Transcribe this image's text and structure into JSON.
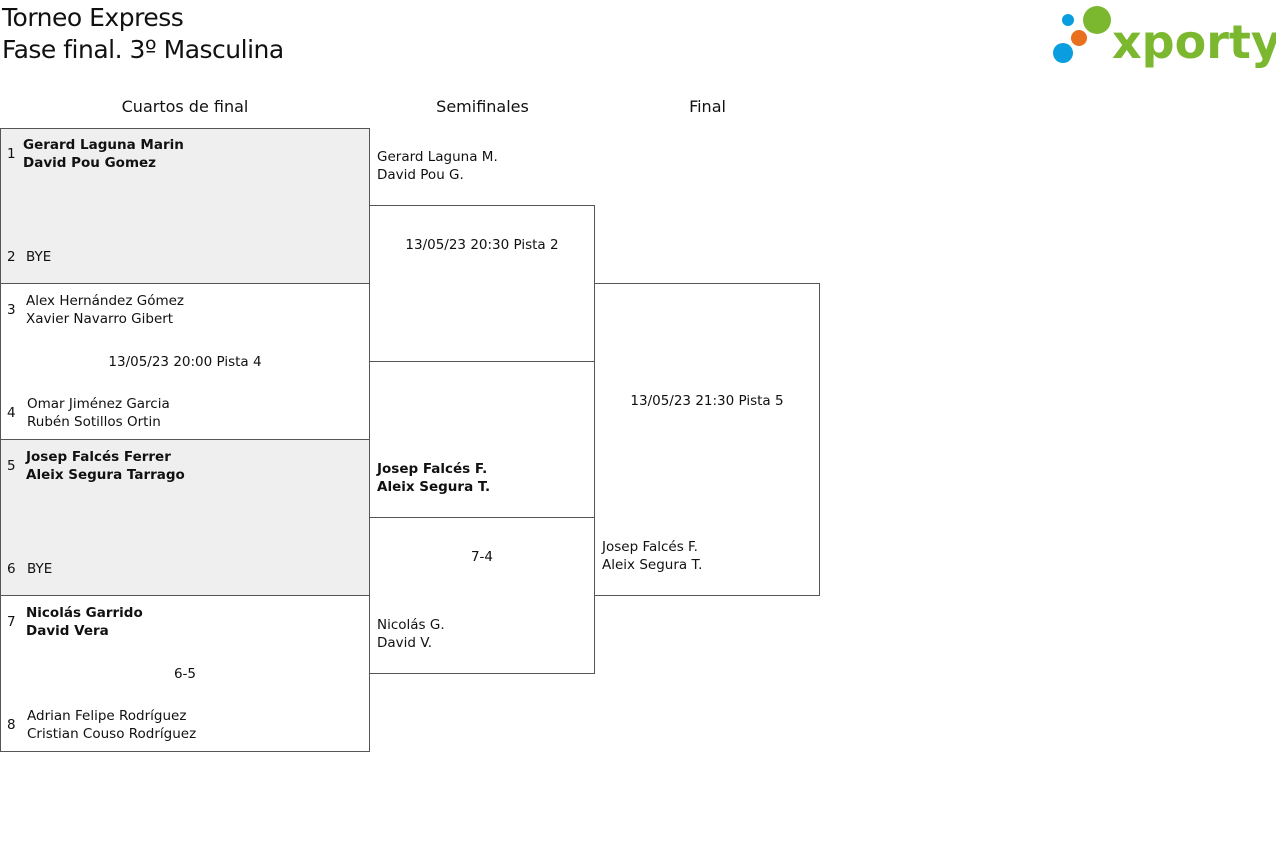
{
  "header": {
    "title": "Torneo Express",
    "subtitle": "Fase final. 3º Masculina",
    "logo_text": "xporty"
  },
  "columns": [
    "Cuartos de final",
    "Semifinales",
    "Final"
  ],
  "quarterfinals": [
    {
      "seed_a": "1",
      "team_a": [
        "Gerard Laguna Marin",
        "David Pou Gomez"
      ],
      "seed_b": "2",
      "team_b": [
        "BYE"
      ],
      "info": ""
    },
    {
      "seed_a": "3",
      "team_a": [
        "Alex Hernández Gómez",
        "Xavier Navarro Gibert"
      ],
      "seed_b": "4",
      "team_b": [
        "Omar Jiménez Garcia",
        "Rubén Sotillos Ortin"
      ],
      "info": "13/05/23 20:00 Pista 4"
    },
    {
      "seed_a": "5",
      "team_a": [
        "Josep Falcés Ferrer",
        "Aleix Segura Tarrago"
      ],
      "seed_b": "6",
      "team_b": [
        "BYE"
      ],
      "info": ""
    },
    {
      "seed_a": "7",
      "team_a": [
        "Nicolás Garrido",
        "David Vera"
      ],
      "seed_b": "8",
      "team_b": [
        "Adrian Felipe Rodríguez",
        "Cristian Couso Rodríguez"
      ],
      "info": "6-5"
    }
  ],
  "semifinals": [
    {
      "team_a": [
        "Gerard Laguna M.",
        "David Pou G."
      ],
      "info": "13/05/23 20:30 Pista 2"
    },
    {
      "team_a": [
        "Josep Falcés F.",
        "Aleix Segura T."
      ],
      "team_b": [
        "Nicolás G.",
        "David V."
      ],
      "info": "7-4"
    }
  ],
  "final": {
    "team_b": [
      "Josep Falcés F.",
      "Aleix Segura T."
    ],
    "info": "13/05/23 21:30 Pista 5"
  },
  "colors": {
    "bye_bg": "#efefef",
    "border": "#555555",
    "logo_green": "#7cb82f",
    "logo_blue": "#0a9ee0",
    "logo_orange": "#e8701f"
  }
}
